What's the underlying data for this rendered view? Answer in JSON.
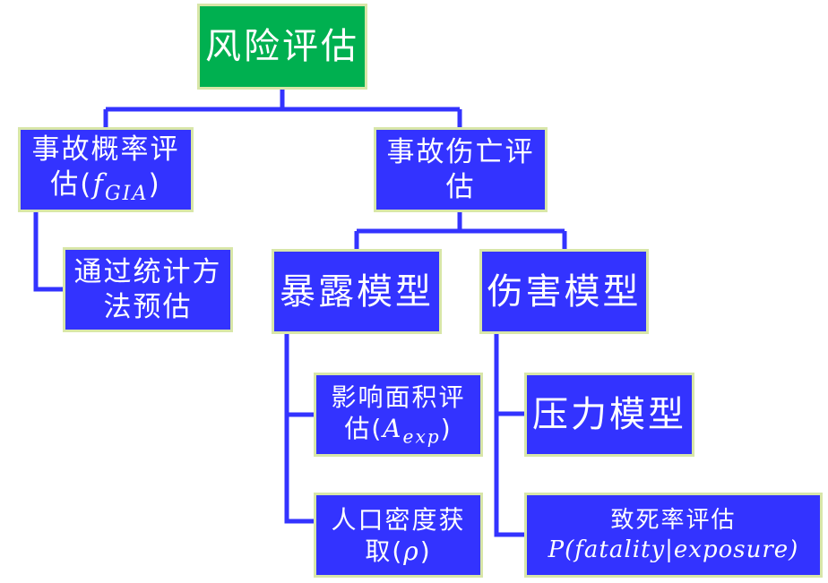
{
  "chart_data": {
    "type": "tree",
    "root": {
      "id": "risk",
      "text": "风险评估"
    },
    "nodes": [
      {
        "id": "risk",
        "parent": null,
        "lines": [
          "风险评估"
        ]
      },
      {
        "id": "prob",
        "parent": "risk",
        "lines": [
          "事故概率评",
          "估(",
          "f",
          "GIA",
          ")"
        ]
      },
      {
        "id": "stat",
        "parent": "prob",
        "lines": [
          "通过统计方",
          "法预估"
        ]
      },
      {
        "id": "casualty",
        "parent": "risk",
        "lines": [
          "事故伤亡评",
          "估"
        ]
      },
      {
        "id": "exposure",
        "parent": "casualty",
        "lines": [
          "暴露模型"
        ]
      },
      {
        "id": "harm",
        "parent": "casualty",
        "lines": [
          "伤害模型"
        ]
      },
      {
        "id": "area",
        "parent": "exposure",
        "lines": [
          "影响面积评",
          "估(",
          "A",
          "exp",
          ")"
        ]
      },
      {
        "id": "density",
        "parent": "exposure",
        "lines": [
          "人口密度获",
          "取(",
          "ρ",
          ")"
        ]
      },
      {
        "id": "pressure",
        "parent": "harm",
        "lines": [
          "压力模型"
        ]
      },
      {
        "id": "fatality",
        "parent": "harm",
        "lines": [
          "致死率评估",
          "P(fatality|exposure)"
        ]
      }
    ]
  },
  "colors": {
    "root_fill": "#00b050",
    "node_fill": "#3333ff",
    "node_border": "#d8e6a8",
    "connector": "#3333ff",
    "text": "#ffffff"
  }
}
